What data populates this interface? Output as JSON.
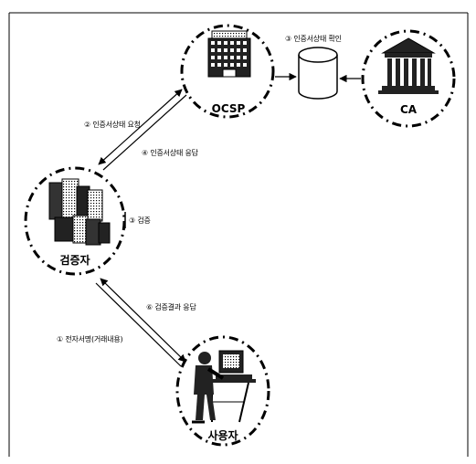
{
  "nodes": {
    "ocsp": {
      "label": "OCSP",
      "icon": "office-building-icon"
    },
    "database": {
      "icon": "database-cylinder-icon"
    },
    "ca": {
      "label": "CA",
      "icon": "institution-building-icon"
    },
    "verifier": {
      "label": "검증자",
      "icon": "server-cluster-icon"
    },
    "user": {
      "label": "사용자",
      "icon": "user-at-computer-icon"
    }
  },
  "edges": {
    "confirm": "③ 인증서상태 확인",
    "request": "② 인증서상태 요청",
    "response": "④ 인증서상태 응답",
    "verify": "③ 검증",
    "result": "⑥ 검증결과 응답",
    "signature": "① 전자서명(거래내용)"
  }
}
